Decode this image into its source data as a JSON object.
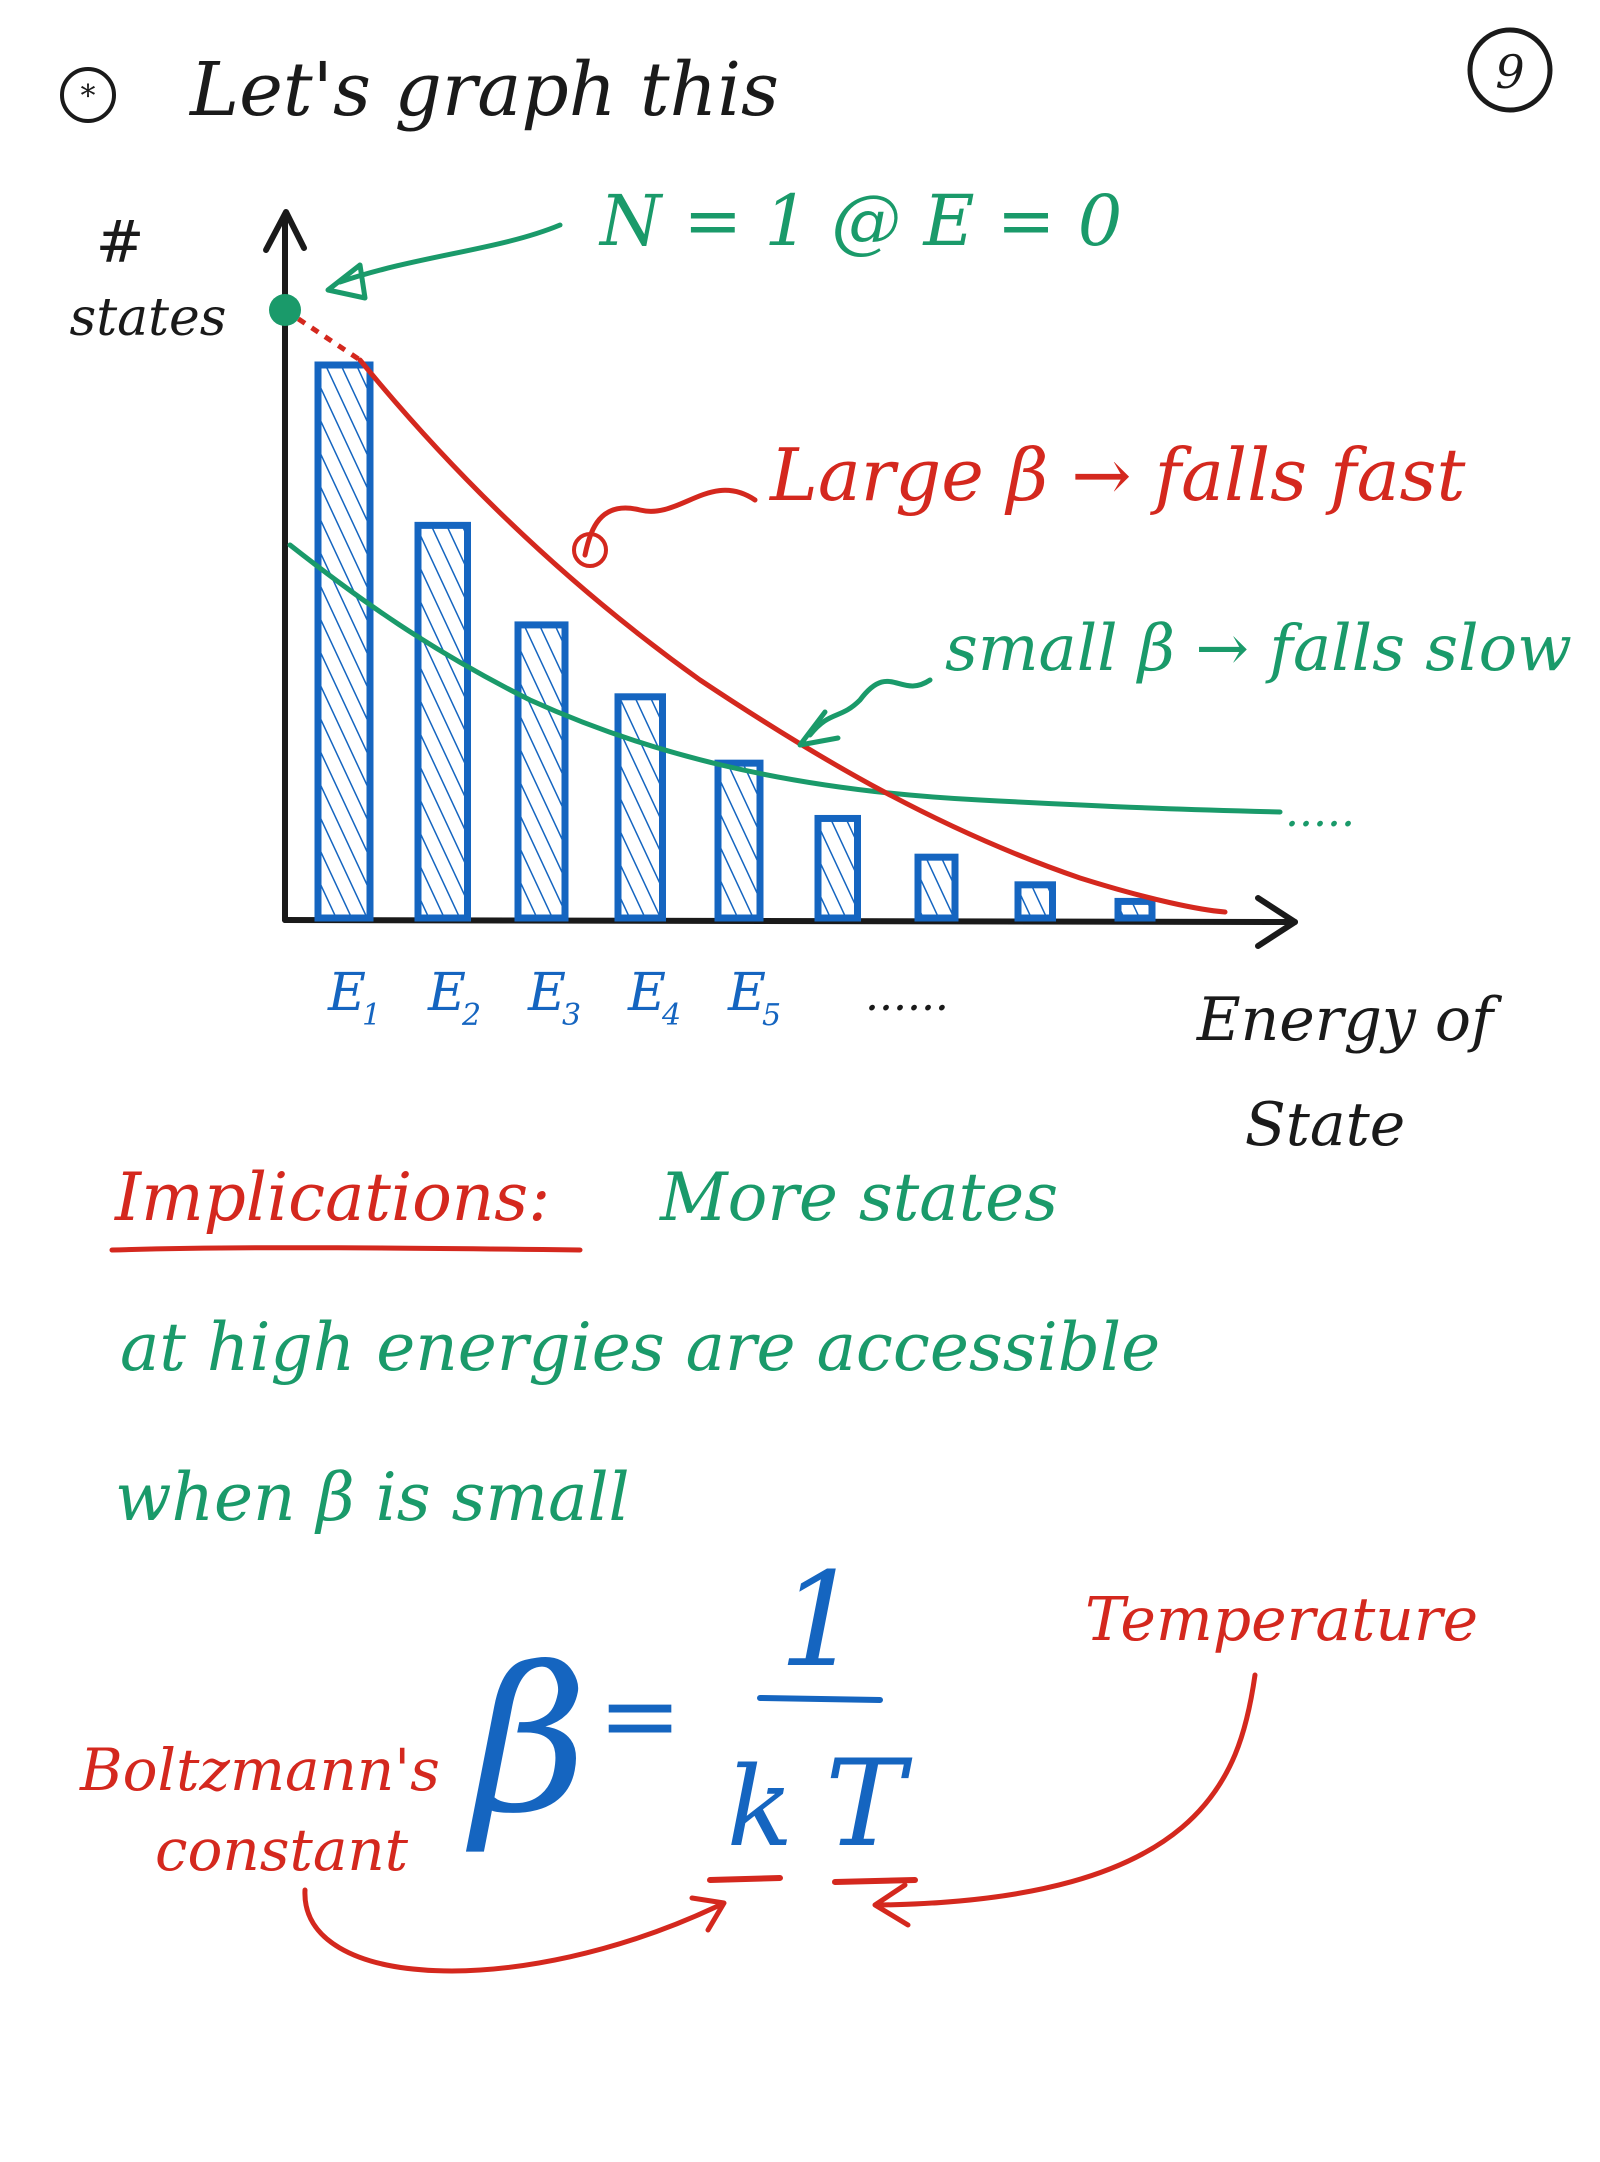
{
  "page_number": "9",
  "heading": {
    "marker": "*",
    "text": "Let's graph this"
  },
  "graph": {
    "y_axis_label": [
      "#",
      "states"
    ],
    "x_axis_label": [
      "Energy of",
      "State"
    ],
    "origin_note": "N = 1 @ E = 0",
    "bar_labels": [
      "E",
      "E",
      "E",
      "E",
      "E"
    ],
    "bar_subscripts": [
      "1",
      "2",
      "3",
      "4",
      "5"
    ],
    "bar_ellipsis": "......",
    "bar_values": [
      1.0,
      0.71,
      0.53,
      0.4,
      0.28,
      0.18,
      0.11,
      0.06,
      0.03
    ],
    "large_beta_note": "Large β → falls fast",
    "small_beta_note": "small β → falls slow",
    "curve_ellipsis": "....."
  },
  "implications": {
    "label": "Implications:",
    "lines": [
      "More states",
      "at high energies are accessible",
      "when β is small"
    ]
  },
  "equation": {
    "lhs": "β",
    "equals": "=",
    "numerator": "1",
    "denominator_k": "k",
    "denominator_T": "T",
    "k_note": [
      "Boltzmann's",
      "constant"
    ],
    "T_note": "Temperature"
  },
  "colors": {
    "black": "#1a1a1a",
    "green": "#1a9a6a",
    "red": "#d4281e",
    "blue": "#1565c0"
  }
}
